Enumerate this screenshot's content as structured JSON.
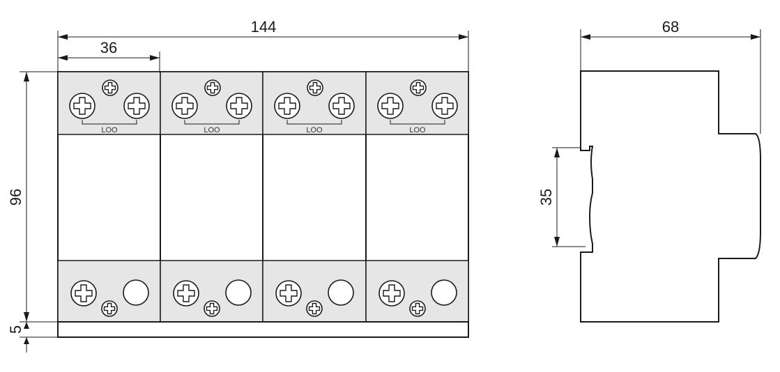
{
  "dimensions": {
    "overall_width": "144",
    "module_width": "36",
    "height": "96",
    "base_height": "5",
    "depth": "68",
    "rail_width": "35"
  },
  "module_label": "LOO",
  "module_count": 4,
  "colors": {
    "line": "#1a1a1a",
    "terminal_zone": "#e6e6e6",
    "background": "#ffffff"
  }
}
